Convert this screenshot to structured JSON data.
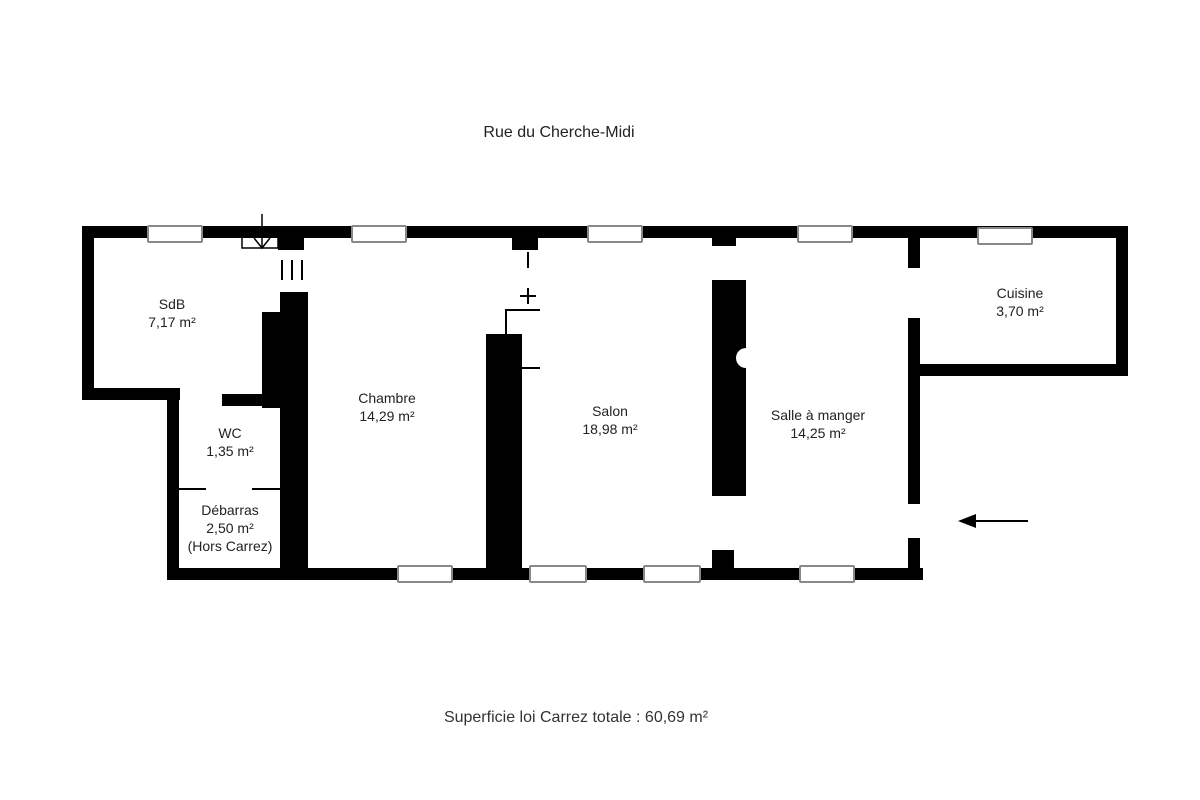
{
  "plan": {
    "street": "Rue du Cherche-Midi",
    "total": "Superficie loi Carrez totale : 60,69 m²",
    "wall_color": "#000000",
    "window_color": "#888888",
    "rooms": [
      {
        "name": "SdB",
        "area": "7,17 m²"
      },
      {
        "name": "WC",
        "area": "1,35 m²"
      },
      {
        "name": "Débarras",
        "area": "2,50 m²",
        "note": "(Hors Carrez)"
      },
      {
        "name": "Chambre",
        "area": "14,29 m²"
      },
      {
        "name": "Salon",
        "area": "18,98 m²"
      },
      {
        "name": "Salle à manger",
        "area": "14,25 m²"
      },
      {
        "name": "Cuisine",
        "area": "3,70 m²"
      }
    ],
    "entrance": "arrow-left-icon"
  }
}
